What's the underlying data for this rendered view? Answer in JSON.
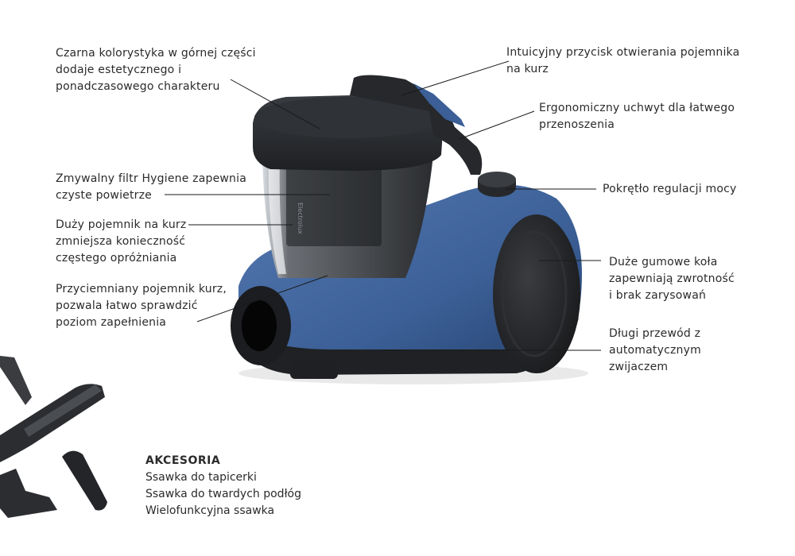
{
  "callouts": {
    "black_top": "Czarna kolorystyka w górnej części\ndodaje estetycznego i\nponadczasowego charakteru",
    "open_button": "Intuicyjny przycisk otwierania pojemnika\nna kurz",
    "handle": "Ergonomiczny uchwyt dla łatwego\nprzenoszenia",
    "filter": "Zmywalny filtr Hygiene zapewnia\nczyste powietrze",
    "power_knob": "Pokrętło regulacji mocy",
    "container": "Duży pojemnik na kurz\nzmniejsza konieczność\nczęstego opróżniania",
    "wheels": "Duże gumowe koła\nzapewniają zwrotność\ni brak zarysowań",
    "tinted": "Przyciemniany pojemnik kurz,\npozwala łatwo sprawdzić\npoziom zapełnienia",
    "cord": "Długi przewód z\nautomatycznym\nzwijaczem"
  },
  "accessories": {
    "title": "AKCESORIA",
    "items": [
      "Ssawka do tapicerki",
      "Ssawka do twardych podłóg",
      "Wielofunkcyjna ssawka"
    ]
  },
  "product": {
    "brand_text": "Electrolux"
  },
  "colors": {
    "body_blue": "#3b5f96",
    "dark_top": "#2b2d30",
    "text": "#2b2b2b",
    "leader_line": "#1a1a1a"
  }
}
